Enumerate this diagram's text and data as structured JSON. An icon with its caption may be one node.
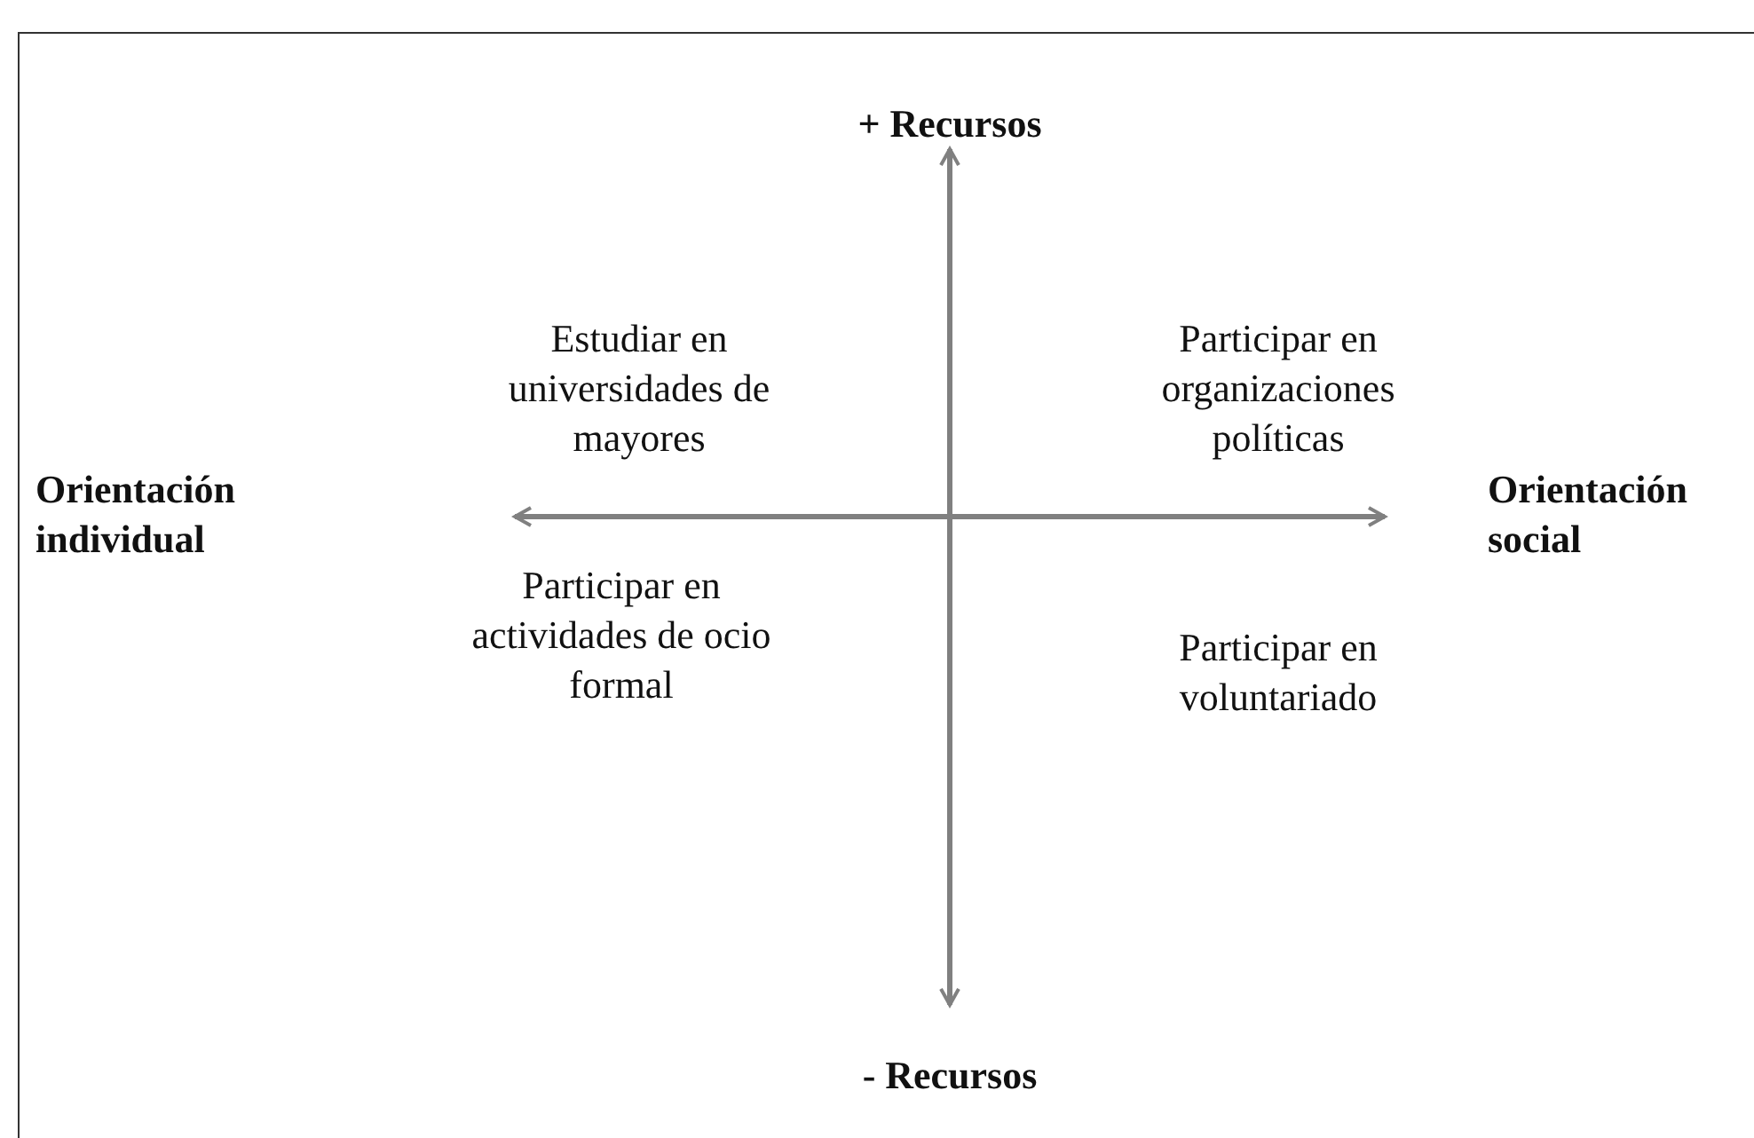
{
  "diagram": {
    "labels": [
      "+ Recursos",
      "Estudiar en universidades de mayores",
      "Participar en organizaciones políticas",
      "Orientación individual",
      "Orientación social",
      "Participar en actividades de ocio formal",
      "Participar en voluntariado",
      "- Recursos"
    ]
  }
}
